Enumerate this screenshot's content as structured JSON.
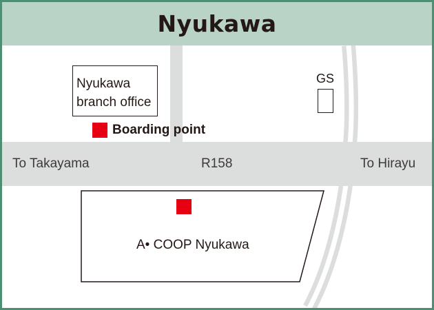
{
  "map": {
    "title": "Nyukawa",
    "colors": {
      "frame": "#4e8f74",
      "title_band": "#b9d3c7",
      "road": "#dcdddd",
      "marker": "#e60012",
      "text": "#231815"
    },
    "office": {
      "line1": "Nyukawa",
      "line2": "branch office"
    },
    "gas_station": "GS",
    "boarding_point": "Boarding point",
    "roads": {
      "left_direction": "To Takayama",
      "route": "R158",
      "right_direction": "To Hirayu"
    },
    "store": "A• COOP Nyukawa",
    "icons": {
      "boarding_marker": "red-square",
      "store_marker": "red-square"
    }
  }
}
